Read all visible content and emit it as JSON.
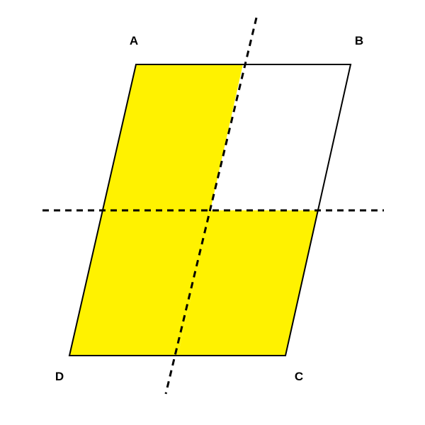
{
  "vertices": {
    "a": "A",
    "b": "B",
    "c": "C",
    "d": "D"
  },
  "colors": {
    "fill": "#FFF200",
    "outline": "#000000",
    "background": "#FFFFFF"
  },
  "shaded_regions": 3,
  "total_regions": 4
}
